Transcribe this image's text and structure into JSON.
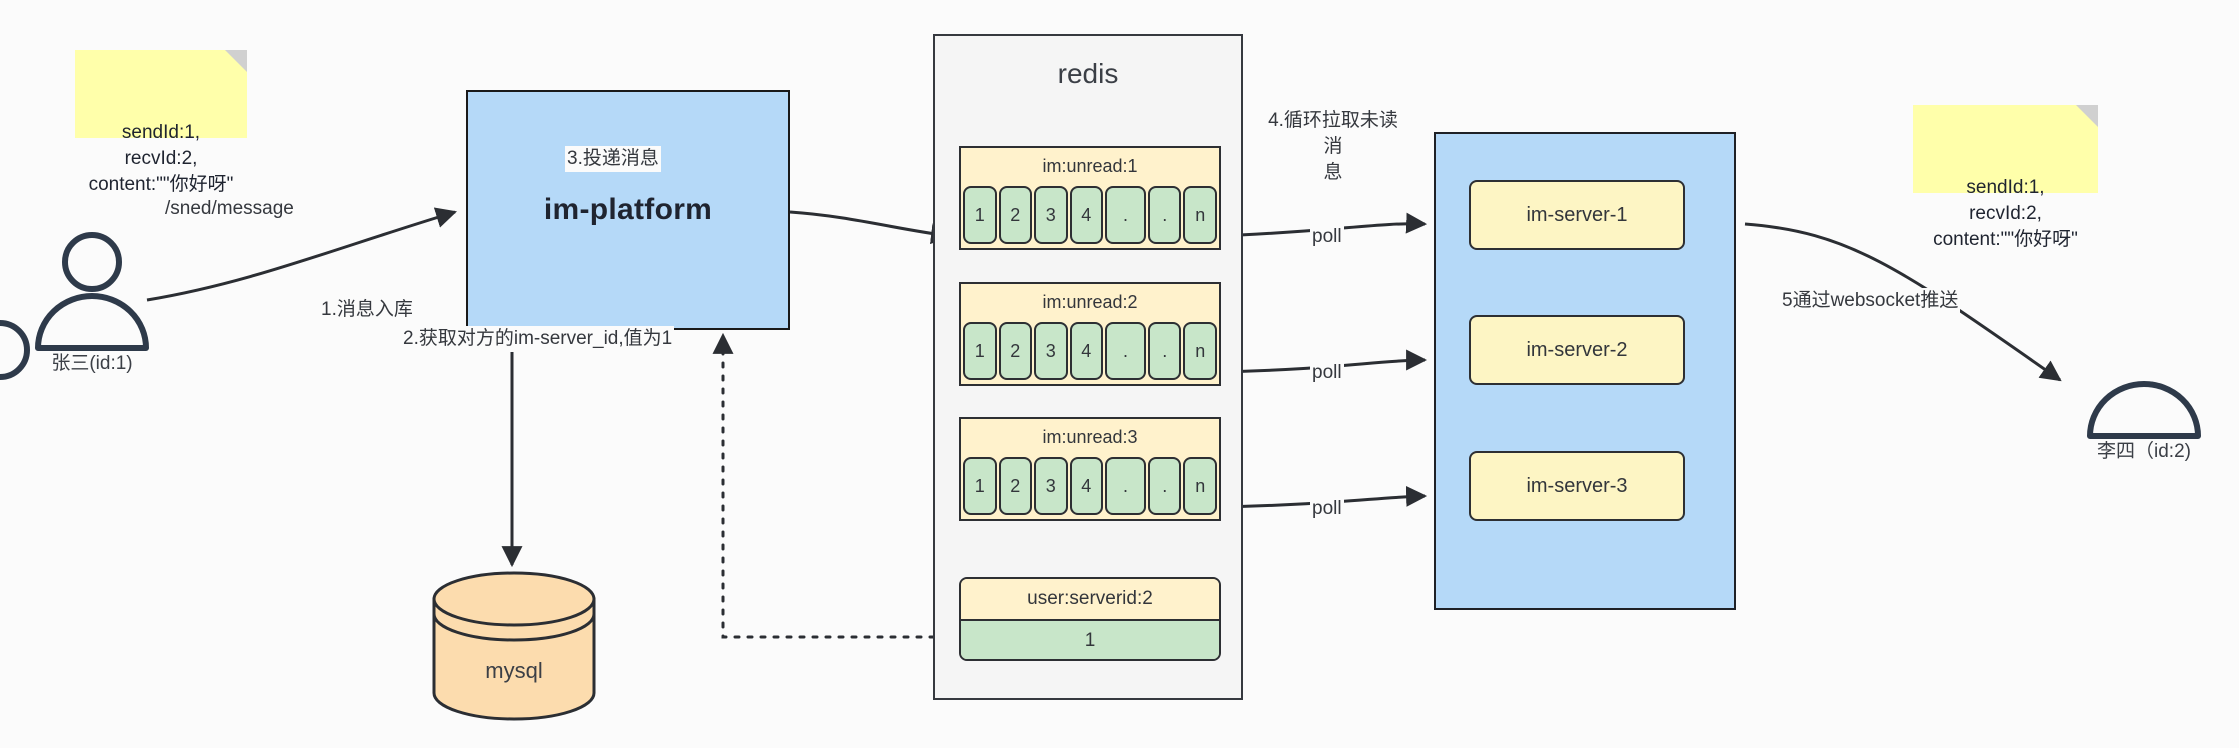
{
  "diagram": {
    "title": "IM message delivery architecture",
    "colors": {
      "background": "#fbfbfb",
      "blue_fill": "#b5d9f8",
      "yellow_fill": "#fff2cc",
      "green_fill": "#c8e6c9",
      "orange_fill": "#fcdcae",
      "sticky_fill": "#ffffaa",
      "stroke": "#2d2f33"
    }
  },
  "notes": {
    "left": "sendId:1,\nrecvId:2,\ncontent:\"\"你好呀\"",
    "right": "sendId:1,\nrecvId:2,\ncontent:\"\"你好呀\""
  },
  "actors": {
    "sender": {
      "label": "张三(id:1)",
      "icon": "person-icon"
    },
    "receiver": {
      "label": "李四（id:2)",
      "icon": "person-icon"
    }
  },
  "platform": {
    "label": "im-platform"
  },
  "database": {
    "label": "mysql",
    "icon": "database-cylinder-icon"
  },
  "redis": {
    "title": "redis",
    "queues": [
      {
        "key": "im:unread:1",
        "cells": [
          "1",
          "2",
          "3",
          "4",
          ".",
          ".",
          "n"
        ]
      },
      {
        "key": "im:unread:2",
        "cells": [
          "1",
          "2",
          "3",
          "4",
          ".",
          ".",
          "n"
        ]
      },
      {
        "key": "im:unread:3",
        "cells": [
          "1",
          "2",
          "3",
          "4",
          ".",
          ".",
          "n"
        ]
      }
    ],
    "kv": {
      "key": "user:serverid:2",
      "value": "1"
    }
  },
  "servers": {
    "items": [
      {
        "label": "im-server-1"
      },
      {
        "label": "im-server-2"
      },
      {
        "label": "im-server-3"
      }
    ]
  },
  "edges": {
    "send_message": "/sned/message",
    "step1": "1.消息入库",
    "step2": "2.获取对方的im-server_id,值为1",
    "step3": "3.投递消息",
    "step4": "4.循环拉取未读消\n息",
    "poll1": "poll",
    "poll2": "poll",
    "poll3": "poll",
    "step5": "5通过websocket推送"
  }
}
